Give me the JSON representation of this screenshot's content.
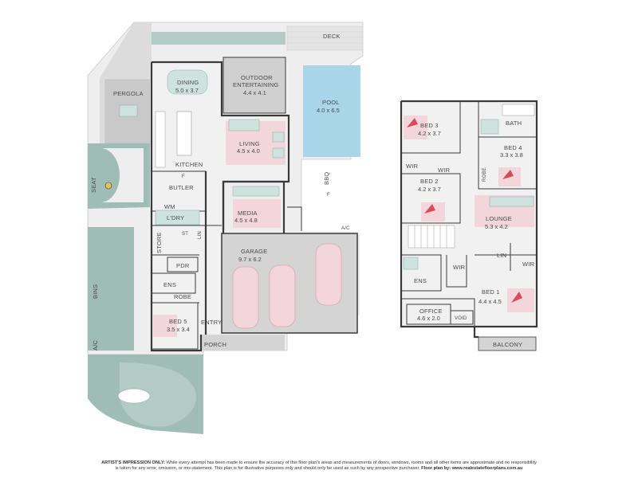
{
  "ground_floor": {
    "deck": "DECK",
    "pergola": "PERGOLA",
    "dining": {
      "name": "DINING",
      "size": "5.0 x 3.7"
    },
    "outdoor": {
      "name_line1": "OUTDOOR",
      "name_line2": "ENTERTAINING",
      "size": "4.4 x 4.1"
    },
    "pool": {
      "name": "POOL",
      "size": "4.0 x 6.5"
    },
    "living": {
      "name": "LIVING",
      "size": "4.5 x 4.0"
    },
    "kitchen": "KITCHEN",
    "fridge_mark": "F",
    "bbq": "BBQ",
    "bbq_f": "F",
    "butler": "BUTLER",
    "seat": "SEAT",
    "wm": "WM",
    "ldry": "L'DRY",
    "media": {
      "name": "MEDIA",
      "size": "4.5 x 4.8"
    },
    "st": "ST",
    "ln": "LIN",
    "ac": "A/C",
    "store": "STORE",
    "pdr": "PDR",
    "garage": {
      "name": "GARAGE",
      "size": "9.7 x 6.2"
    },
    "ens": "ENS",
    "robe": "ROBE",
    "bins": "BINS",
    "bed5": {
      "name": "BED 5",
      "size": "3.5 x 3.4"
    },
    "entry": "ENTRY",
    "porch": "PORCH",
    "ac2": "A/C"
  },
  "upper_floor": {
    "bed3": {
      "name": "BED 3",
      "size": "4.2 x 3.7"
    },
    "bath": "BATH",
    "bed4": {
      "name": "BED 4",
      "size": "3.3 x 3.8"
    },
    "wir1": "WIR",
    "wir2": "WIR",
    "robe": "ROBE",
    "bed2": {
      "name": "BED 2",
      "size": "4.2 x 3.7"
    },
    "lounge": {
      "name": "LOUNGE",
      "size": "5.3 x 4.2"
    },
    "wir3": "WIR",
    "lin": "LIN",
    "wir4": "WIR",
    "ens": "ENS",
    "bed1": {
      "name": "BED 1",
      "size": "4.4 x 4.5"
    },
    "office": {
      "name": "OFFICE",
      "size": "4.6 x 2.0"
    },
    "void": "VOID",
    "balcony": "BALCONY"
  },
  "footer": {
    "disclaimer_bold": "ARTIST'S IMPRESSION ONLY:",
    "disclaimer_line1": " While every attempt has been made to ensure the accuracy of this floor plan's areas and measurements of doors, windows, rooms and all other items are approximate and no responsibility",
    "disclaimer_line2": "is taken for any error, omission, or mis-statement. This plan is for illustrative purposes only and should only be used as such by any prospective purchaser.",
    "credit_bold": " Floor plan by:",
    "credit_url": " www.realestatefloorplans.com.au"
  },
  "colors": {
    "wall": "#3a3a3a",
    "floor": "#f1f1f1",
    "garden": "#9fbcb5",
    "grass": "#b4cbc5",
    "pool": "#a8d6e8",
    "deck": "#e6e6e6",
    "outdoor": "#d0d0d0",
    "bed_pink": "#f2d6dc",
    "accent_red": "#d94c55",
    "furniture_teal": "#cfe3de"
  }
}
